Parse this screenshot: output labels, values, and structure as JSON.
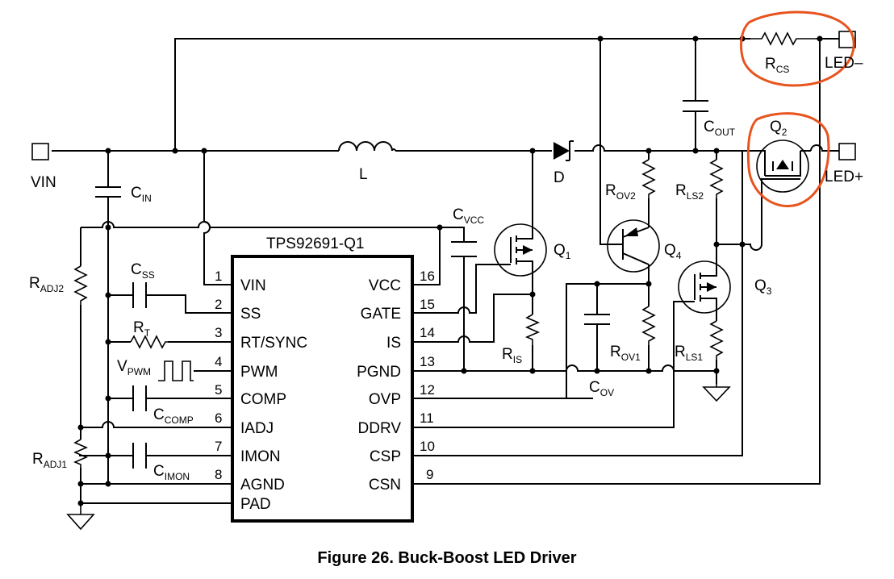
{
  "caption": "Figure 26.  Buck-Boost LED Driver",
  "ic": {
    "name": "TPS92691-Q1",
    "pad": "PAD",
    "left_pins": [
      {
        "num": "1",
        "name": "VIN"
      },
      {
        "num": "2",
        "name": "SS"
      },
      {
        "num": "3",
        "name": "RT/SYNC"
      },
      {
        "num": "4",
        "name": "PWM"
      },
      {
        "num": "5",
        "name": "COMP"
      },
      {
        "num": "6",
        "name": "IADJ"
      },
      {
        "num": "7",
        "name": "IMON"
      },
      {
        "num": "8",
        "name": "AGND"
      }
    ],
    "right_pins": [
      {
        "num": "16",
        "name": "VCC"
      },
      {
        "num": "15",
        "name": "GATE"
      },
      {
        "num": "14",
        "name": "IS"
      },
      {
        "num": "13",
        "name": "PGND"
      },
      {
        "num": "12",
        "name": "OVP"
      },
      {
        "num": "11",
        "name": "DDRV"
      },
      {
        "num": "10",
        "name": "CSP"
      },
      {
        "num": "9",
        "name": "CSN"
      }
    ]
  },
  "terminals": {
    "vin": "VIN",
    "led_minus": "LED–",
    "led_plus": "LED+"
  },
  "components": {
    "cin": {
      "main": "C",
      "sub": "IN"
    },
    "l": {
      "main": "L"
    },
    "d": {
      "main": "D"
    },
    "cout": {
      "main": "C",
      "sub": "OUT"
    },
    "rcs": {
      "main": "R",
      "sub": "CS"
    },
    "q1": {
      "main": "Q",
      "sub": "1"
    },
    "q2": {
      "main": "Q",
      "sub": "2"
    },
    "q3": {
      "main": "Q",
      "sub": "3"
    },
    "q4": {
      "main": "Q",
      "sub": "4"
    },
    "cvcc": {
      "main": "C",
      "sub": "VCC"
    },
    "rov2": {
      "main": "R",
      "sub": "OV2"
    },
    "rov1": {
      "main": "R",
      "sub": "OV1"
    },
    "rls2": {
      "main": "R",
      "sub": "LS2"
    },
    "rls1": {
      "main": "R",
      "sub": "LS1"
    },
    "ris": {
      "main": "R",
      "sub": "IS"
    },
    "cov": {
      "main": "C",
      "sub": "OV"
    },
    "radj2": {
      "main": "R",
      "sub": "ADJ2"
    },
    "radj1": {
      "main": "R",
      "sub": "ADJ1"
    },
    "css": {
      "main": "C",
      "sub": "SS"
    },
    "rt": {
      "main": "R",
      "sub": "T"
    },
    "vpwm": {
      "main": "V",
      "sub": "PWM"
    },
    "ccomp": {
      "main": "C",
      "sub": "COMP"
    },
    "cimon": {
      "main": "C",
      "sub": "IMON"
    }
  },
  "highlight_color": "#e8541e"
}
